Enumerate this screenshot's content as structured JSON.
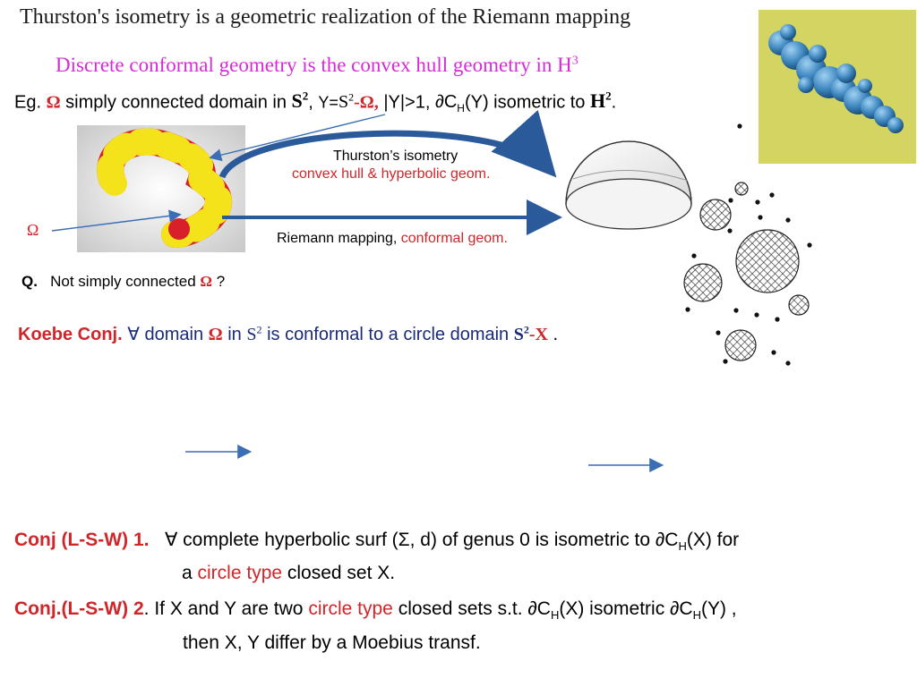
{
  "heading": {
    "line1": "Thurston's isometry is a geometric realization of the Riemann mapping",
    "line2": "Discrete conformal geometry is the convex hull geometry in H"
  },
  "example_line": {
    "eg": "Eg.",
    "omega": "Ω",
    "text1": "simply connected domain in",
    "s2": "S",
    "comma1": ",",
    "y_eq": "Y=",
    "s2b": "S",
    "minus_omega": "-Ω,",
    "cond": "|Y|>1,",
    "partial_ch": "∂C",
    "sub_h": "H",
    "y_text": "(Y) isometric to",
    "h2": "H",
    "period": "."
  },
  "diagram": {
    "thurston_label": "Thurston’s isometry",
    "thurston_sub": "convex hull & hyperbolic geom.",
    "omega_label": "Ω",
    "riemann_label": "Riemann mapping,",
    "riemann_sub": "conformal geom."
  },
  "question": {
    "q": "Q.",
    "text": "Not simply connected",
    "omega": "Ω",
    "qmark": "?"
  },
  "koebe": {
    "label": "Koebe Conj.",
    "forall": "∀",
    "domain": "domain",
    "omega": "Ω",
    "in": "in",
    "s2": "S",
    "rest": "is conformal to a circle domain",
    "s2x": "S",
    "minus_x": "-X",
    "period": "."
  },
  "conj1": {
    "label": "Conj (L-S-W) 1.",
    "text": "∀ complete hyperbolic surf (Σ, d) of genus 0 is isometric  to ∂C",
    "sub": "H",
    "tail": "(X) for",
    "line2_a": "a ",
    "line2_red": "circle type",
    "line2_b": " closed set X."
  },
  "conj2": {
    "label": "Conj.(L-S-W) 2",
    "dot": ".",
    "text_a": "  If X and Y are two ",
    "red": "circle type",
    "text_b": " closed sets s.t. ∂C",
    "sub1": "H",
    "text_c": "(X) isometric ∂C",
    "sub2": "H",
    "text_d": "(Y) ,",
    "line2": "then X, Y differ by a Moebius transf."
  },
  "colors": {
    "accent_blue": "#1f3a9e",
    "red": "#d0262a",
    "magenta": "#d62bd6",
    "arrow_blue": "#3a6fb5",
    "arrow_navy": "#2a5a9a"
  }
}
